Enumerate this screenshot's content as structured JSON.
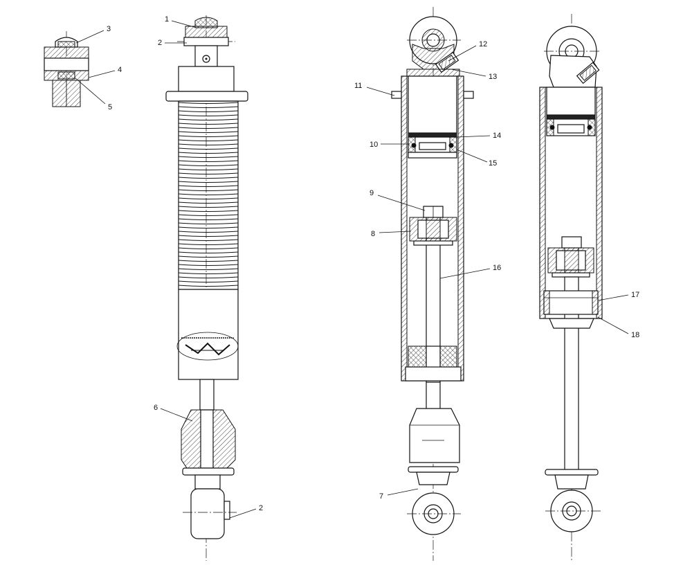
{
  "callouts": [
    {
      "id": "1",
      "label": "1"
    },
    {
      "id": "2a",
      "label": "2"
    },
    {
      "id": "3",
      "label": "3"
    },
    {
      "id": "4",
      "label": "4"
    },
    {
      "id": "5",
      "label": "5"
    },
    {
      "id": "6",
      "label": "6"
    },
    {
      "id": "2b",
      "label": "2"
    },
    {
      "id": "7",
      "label": "7"
    },
    {
      "id": "8",
      "label": "8"
    },
    {
      "id": "9",
      "label": "9"
    },
    {
      "id": "10",
      "label": "10"
    },
    {
      "id": "11",
      "label": "11"
    },
    {
      "id": "12",
      "label": "12"
    },
    {
      "id": "13",
      "label": "13"
    },
    {
      "id": "14",
      "label": "14"
    },
    {
      "id": "15",
      "label": "15"
    },
    {
      "id": "16",
      "label": "16"
    },
    {
      "id": "17",
      "label": "17"
    },
    {
      "id": "18",
      "label": "18"
    }
  ],
  "colors": {
    "line": "#111111",
    "background": "#ffffff"
  }
}
